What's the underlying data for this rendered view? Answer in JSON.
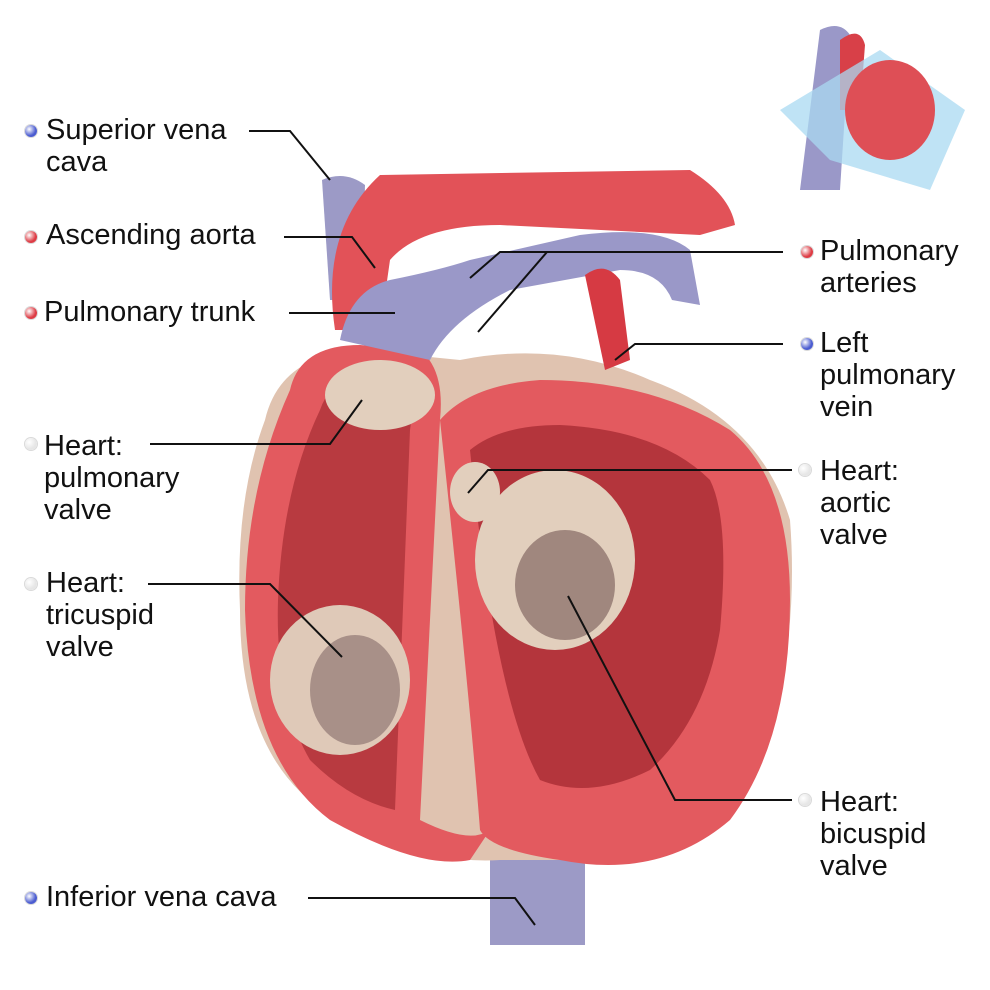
{
  "colors": {
    "vein": "#4a5bd0",
    "artery": "#dd3b44",
    "valve": "#e6e6e6",
    "muscle_cut": "#e05a5e",
    "muscle_inner": "#c8383f",
    "vein_tissue": "#9a98c8",
    "aorta_tissue": "#e05055",
    "valve_tissue": "#e2cfc0"
  },
  "labels": {
    "svc": {
      "text": "Superior vena\ncava",
      "marker": "vein"
    },
    "asc_aorta": {
      "text": "Ascending aorta",
      "marker": "artery"
    },
    "pulm_trunk": {
      "text": "Pulmonary trunk",
      "marker": "artery"
    },
    "pulm_valve": {
      "text": "Heart:\npulmonary\nvalve",
      "marker": "valve"
    },
    "tricuspid": {
      "text": "Heart:\ntricuspid\nvalve",
      "marker": "valve"
    },
    "ivc": {
      "text": "Inferior vena cava",
      "marker": "vein"
    },
    "pulm_arteries": {
      "text": "Pulmonary\narteries",
      "marker": "artery"
    },
    "left_pulm_vein": {
      "text": "Left\npulmonary\nvein",
      "marker": "vein"
    },
    "aortic_valve": {
      "text": "Heart:\naortic\nvalve",
      "marker": "valve"
    },
    "bicuspid": {
      "text": "Heart:\nbicuspid\nvalve",
      "marker": "valve"
    }
  }
}
